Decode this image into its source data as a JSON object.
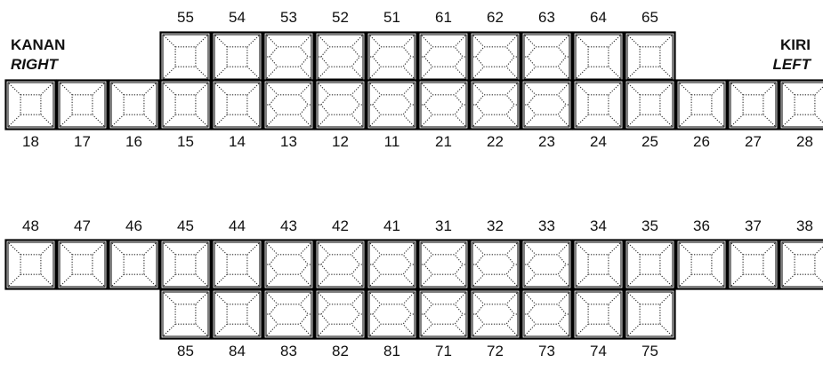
{
  "labels": {
    "right": {
      "id": "KANAN",
      "en": "RIGHT"
    },
    "left": {
      "id": "KIRI",
      "en": "LEFT"
    }
  },
  "upper_primary": [
    {
      "number": "55",
      "type": "molar"
    },
    {
      "number": "54",
      "type": "molar"
    },
    {
      "number": "53",
      "type": "anterior"
    },
    {
      "number": "52",
      "type": "anterior"
    },
    {
      "number": "51",
      "type": "anterior"
    },
    {
      "number": "61",
      "type": "anterior"
    },
    {
      "number": "62",
      "type": "anterior"
    },
    {
      "number": "63",
      "type": "anterior"
    },
    {
      "number": "64",
      "type": "molar"
    },
    {
      "number": "65",
      "type": "molar"
    }
  ],
  "upper_permanent": [
    {
      "number": "18",
      "type": "molar"
    },
    {
      "number": "17",
      "type": "molar"
    },
    {
      "number": "16",
      "type": "molar"
    },
    {
      "number": "15",
      "type": "molar"
    },
    {
      "number": "14",
      "type": "molar"
    },
    {
      "number": "13",
      "type": "anterior"
    },
    {
      "number": "12",
      "type": "anterior"
    },
    {
      "number": "11",
      "type": "anterior"
    },
    {
      "number": "21",
      "type": "anterior"
    },
    {
      "number": "22",
      "type": "anterior"
    },
    {
      "number": "23",
      "type": "anterior"
    },
    {
      "number": "24",
      "type": "molar"
    },
    {
      "number": "25",
      "type": "molar"
    },
    {
      "number": "26",
      "type": "molar"
    },
    {
      "number": "27",
      "type": "molar"
    },
    {
      "number": "28",
      "type": "molar"
    }
  ],
  "lower_permanent": [
    {
      "number": "48",
      "type": "molar"
    },
    {
      "number": "47",
      "type": "molar"
    },
    {
      "number": "46",
      "type": "molar"
    },
    {
      "number": "45",
      "type": "molar"
    },
    {
      "number": "44",
      "type": "molar"
    },
    {
      "number": "43",
      "type": "anterior"
    },
    {
      "number": "42",
      "type": "anterior"
    },
    {
      "number": "41",
      "type": "anterior"
    },
    {
      "number": "31",
      "type": "anterior"
    },
    {
      "number": "32",
      "type": "anterior"
    },
    {
      "number": "33",
      "type": "anterior"
    },
    {
      "number": "34",
      "type": "molar"
    },
    {
      "number": "35",
      "type": "molar"
    },
    {
      "number": "36",
      "type": "molar"
    },
    {
      "number": "37",
      "type": "molar"
    },
    {
      "number": "38",
      "type": "molar"
    }
  ],
  "lower_primary": [
    {
      "number": "85",
      "type": "molar"
    },
    {
      "number": "84",
      "type": "molar"
    },
    {
      "number": "83",
      "type": "anterior"
    },
    {
      "number": "82",
      "type": "anterior"
    },
    {
      "number": "81",
      "type": "anterior"
    },
    {
      "number": "71",
      "type": "anterior"
    },
    {
      "number": "72",
      "type": "anterior"
    },
    {
      "number": "73",
      "type": "anterior"
    },
    {
      "number": "74",
      "type": "molar"
    },
    {
      "number": "75",
      "type": "molar"
    }
  ]
}
